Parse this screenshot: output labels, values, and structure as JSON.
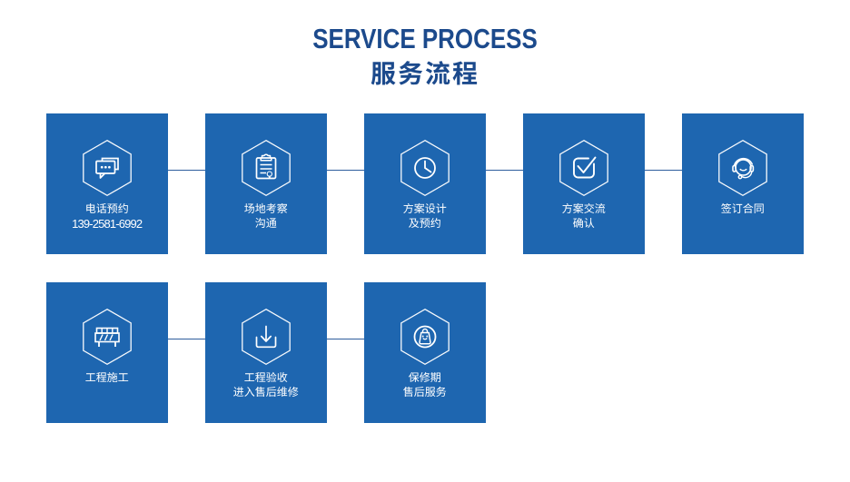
{
  "header": {
    "title_en": "SERVICE PROCESS",
    "title_cn": "服务流程"
  },
  "steps": [
    {
      "icon": "chat-bubbles",
      "lines": [
        "电话预约",
        "139-2581-6992"
      ]
    },
    {
      "icon": "clipboard",
      "lines": [
        "场地考察",
        "沟通"
      ]
    },
    {
      "icon": "clock",
      "lines": [
        "方案设计",
        "及预约"
      ]
    },
    {
      "icon": "checkbox",
      "lines": [
        "方案交流",
        "确认"
      ]
    },
    {
      "icon": "headset",
      "lines": [
        "签订合同"
      ]
    },
    {
      "icon": "barrier",
      "lines": [
        "工程施工"
      ]
    },
    {
      "icon": "download-tray",
      "lines": [
        "工程验收",
        "进入售后维修"
      ]
    },
    {
      "icon": "bag-smile",
      "lines": [
        "保修期",
        "售后服务"
      ]
    }
  ],
  "colors": {
    "card_blue": "#1e66b0",
    "title_blue": "#1c4a8c",
    "connector_blue": "#2e5d9d",
    "icon_white": "#ffffff"
  }
}
